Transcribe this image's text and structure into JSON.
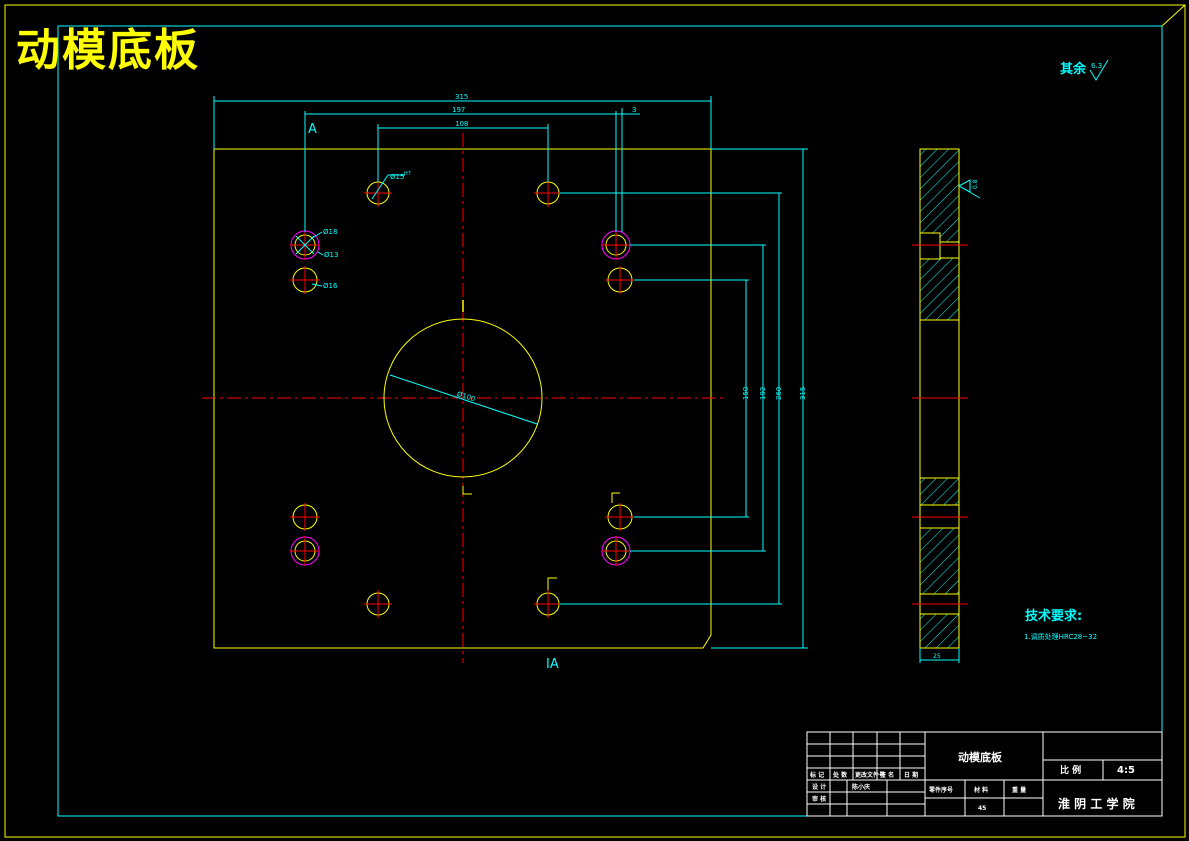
{
  "drawing_title": "动模底板",
  "roughness_note": "其余",
  "roughness_value_other": "6.3",
  "side_view_roughness": "0.8",
  "section_marks": {
    "top": "A",
    "bottom": "IA"
  },
  "dimensions": {
    "overall_width": "315",
    "hole_span_197": "197",
    "hole_span_108": "108",
    "offset_3": "3",
    "vertical_150": "150",
    "vertical_192": "192",
    "vertical_260": "260",
    "vertical_315": "315",
    "thickness": "25"
  },
  "hole_labels": {
    "phi15": "Ø15",
    "phi15_fit": "H7",
    "phi18": "Ø18",
    "phi13": "Ø13",
    "phi16": "Ø16",
    "phi100": "Ø100"
  },
  "tech_requirements": {
    "heading": "技术要求:",
    "item1": "1.调质处理HRC28~32"
  },
  "title_block": {
    "part_name": "动模底板",
    "scale_label": "比  例",
    "scale_value": "4:5",
    "row_labels": [
      "标 记",
      "处 数",
      "更改文件号",
      "签 名",
      "日 期"
    ],
    "designer_label": "设 计",
    "designer_name": "陈小庆",
    "reviewer_label": "审 核",
    "part_no_label": "零件序号",
    "material_label": "材 料",
    "weight_label": "重 量",
    "material_value": "45",
    "school": "淮 阴 工 学 院"
  },
  "colors": {
    "frame": "#00ffff",
    "outline": "#ffff00",
    "centerline": "#ff0000",
    "dimension": "#00ffff",
    "counterbore": "#ff00ff"
  }
}
